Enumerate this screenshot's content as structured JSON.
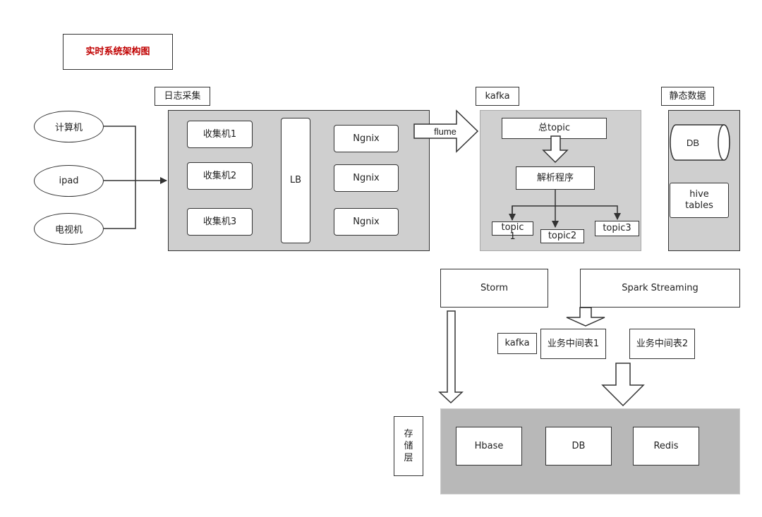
{
  "title": "实时系统架构图",
  "sections": {
    "log_collect": "日志采集",
    "kafka": "kafka",
    "static_data": "静态数据",
    "storage": "存储层"
  },
  "sources": [
    "计算机",
    "ipad",
    "电视机"
  ],
  "collectors": [
    "收集机1",
    "收集机2",
    "收集机3"
  ],
  "lb": "LB",
  "nginx": [
    "Ngnix",
    "Ngnix",
    "Ngnix"
  ],
  "flume": "flume",
  "kafka_panel": {
    "total_topic": "总topic",
    "parser": "解析程序",
    "topics": [
      "topic\n1",
      "topic2",
      "topic3"
    ]
  },
  "static_panel": {
    "db": "DB",
    "hive": "hive\ntables"
  },
  "processing": {
    "storm": "Storm",
    "spark": "Spark Streaming",
    "kafka": "kafka",
    "biz_table_1": "业务中间表1",
    "biz_table_2": "业务中间表2"
  },
  "stores": [
    "Hbase",
    "DB",
    "Redis"
  ]
}
